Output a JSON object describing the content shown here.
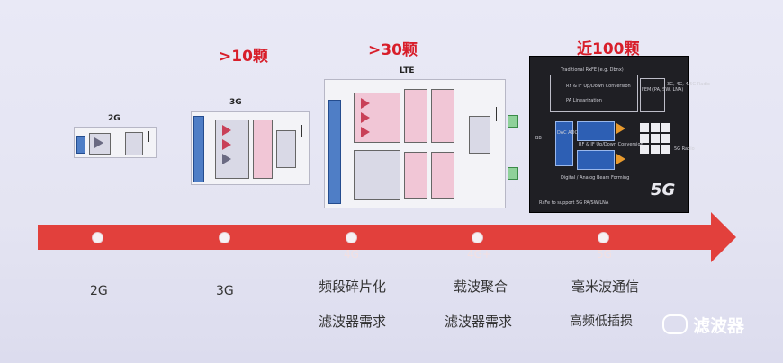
{
  "headings": {
    "g3_count": ">10颗",
    "lte_count": ">30颗",
    "g5_count": "近100颗"
  },
  "diagrams": {
    "g2_label": "2G",
    "g3_label": "3G",
    "lte_label": "LTE",
    "panel_title": "Traditional RxFE (e.g. Dbnx)",
    "panel_row1": "RF & IF Up/Down Conversion",
    "panel_row2": "PA Linearization",
    "panel_fem": "FEM (PA, SW, LNA)",
    "panel_side1": "3G, 4G, 4.5G Radio",
    "panel_side2": "5G Radio",
    "panel_bb": "BB",
    "panel_dac": "DAC ADC",
    "panel_rf": "RF & IF Up/Down Conversion",
    "panel_beam": "Digital / Analog Beam Forming",
    "panel_footer": "RxFe to support 5G PA/SW/LNA",
    "panel_logo": "5G"
  },
  "timeline": {
    "arrow_labels": [
      "4G",
      "4G+",
      "5G"
    ],
    "generations": [
      "2G",
      "3G",
      "4G",
      "4G+",
      "5G"
    ],
    "desc_4g": [
      "频段碎片化",
      "滤波器需求"
    ],
    "desc_4gplus": [
      "载波聚合",
      "滤波器需求"
    ],
    "desc_5g": [
      "毫米波通信",
      "高频低插损"
    ]
  },
  "watermark": {
    "text": "滤波器",
    "icon": "wechat-icon"
  },
  "colors": {
    "accent_red": "#d81e2a",
    "arrow_red": "#e2403c",
    "background": "#e6e6f4"
  }
}
